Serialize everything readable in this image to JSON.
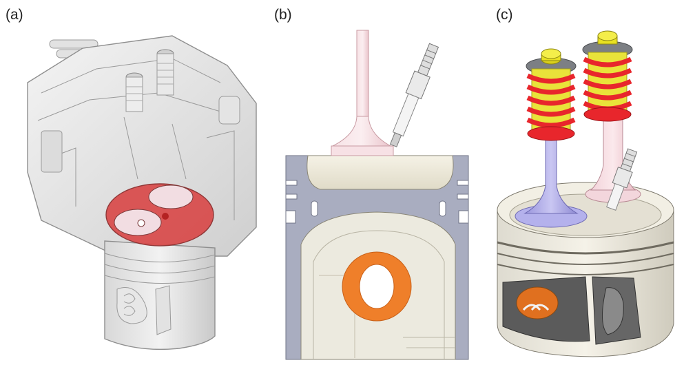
{
  "figure": {
    "panels": [
      {
        "label": "(a)"
      },
      {
        "label": "(b)"
      },
      {
        "label": "(c)"
      }
    ]
  },
  "colors": {
    "background": "#ffffff",
    "metal_light": "#e6e6e6",
    "metal_mid": "#c8c8c8",
    "metal_dark": "#8f8f8f",
    "combustion_face_red": "#d94a4a",
    "valve_face_pink": "#f1d6da",
    "piston_section_blue_gray": "#a9adc0",
    "crown_cream": "#efeadc",
    "pin_bore_orange": "#ef7f2a",
    "spring_red": "#e8262c",
    "spring_yellow": "#e9e33a",
    "valve_lavender": "#a9a6e6",
    "retainer_gray": "#7c7f84"
  },
  "icons": [
    "engine-cylinder-head-3d",
    "piston-cross-section",
    "valve-train-assembly-3d"
  ]
}
